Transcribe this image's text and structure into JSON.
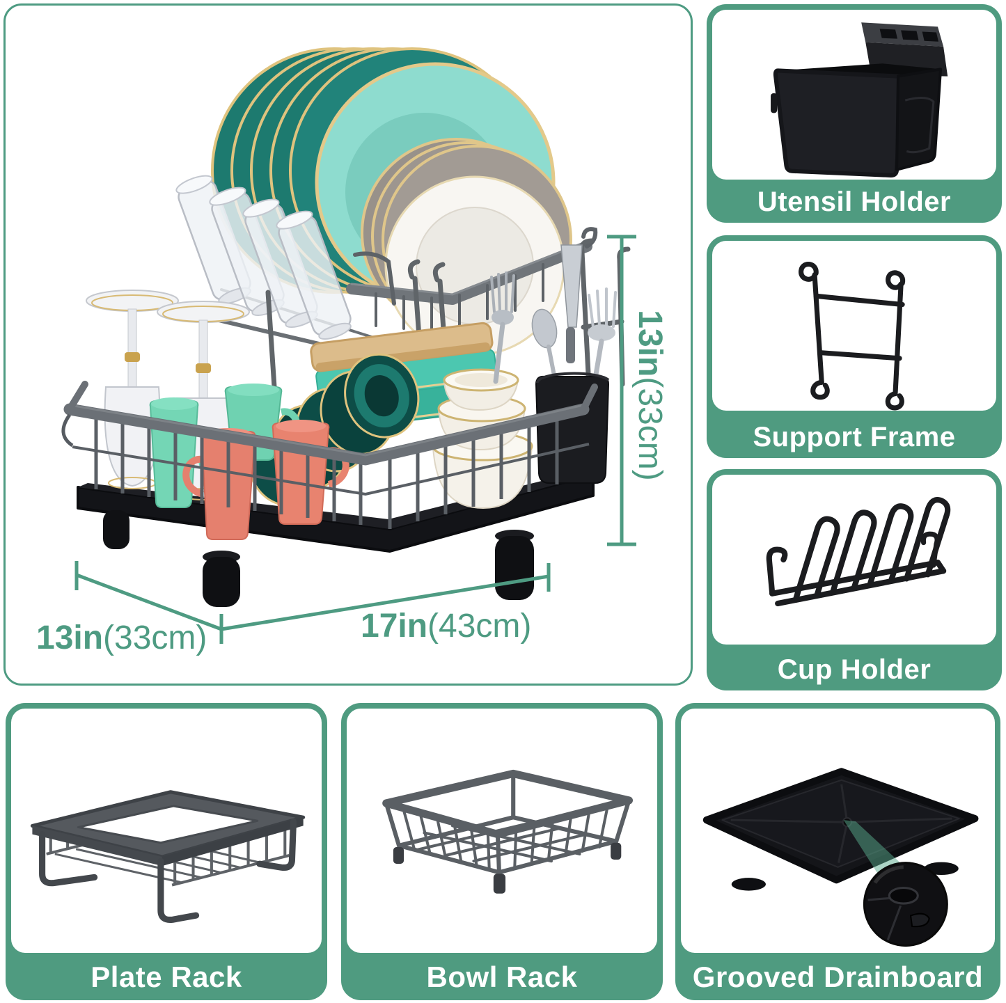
{
  "colors": {
    "accent_green": "#4E9B82",
    "card_green": "#4F9B80",
    "caption_text": "#FFFFFF",
    "wire_gray": "#64696E",
    "black_plastic": "#141519",
    "plate_teal": "#1D7A6F",
    "plate_aqua": "#8EDCCF",
    "plate_gray": "#98918A",
    "plate_white": "#F8F6F2",
    "mug_mint": "#74D6B5",
    "mug_coral": "#E5806E",
    "gold_trim": "#DFC37E",
    "wood": "#DCBC8B"
  },
  "main_panel": {
    "alt": "Two-tier dish drying rack loaded with plates, glasses, cups, bowls and utensils",
    "illustration_items": [
      "teal-plates",
      "aqua-plate",
      "gray-plates",
      "white-plate",
      "drinking-glasses",
      "wine-glasses",
      "mint-mugs",
      "coral-mugs",
      "teal-cups",
      "food-containers",
      "cutting-board",
      "bowls",
      "utensil-cup",
      "cutlery",
      "wire-basket",
      "drainboard"
    ],
    "dimensions": {
      "height": {
        "num": "13in",
        "paren": "(33cm)"
      },
      "depth": {
        "num": "13in",
        "paren": "(33cm)"
      },
      "width": {
        "num": "17in",
        "paren": "(43cm)"
      }
    }
  },
  "side_panels": [
    {
      "label": "Utensil Holder"
    },
    {
      "label": "Support Frame"
    },
    {
      "label": "Cup Holder"
    }
  ],
  "bottom_panels": [
    {
      "label": "Plate Rack"
    },
    {
      "label": "Bowl Rack"
    },
    {
      "label": "Grooved Drainboard"
    }
  ]
}
